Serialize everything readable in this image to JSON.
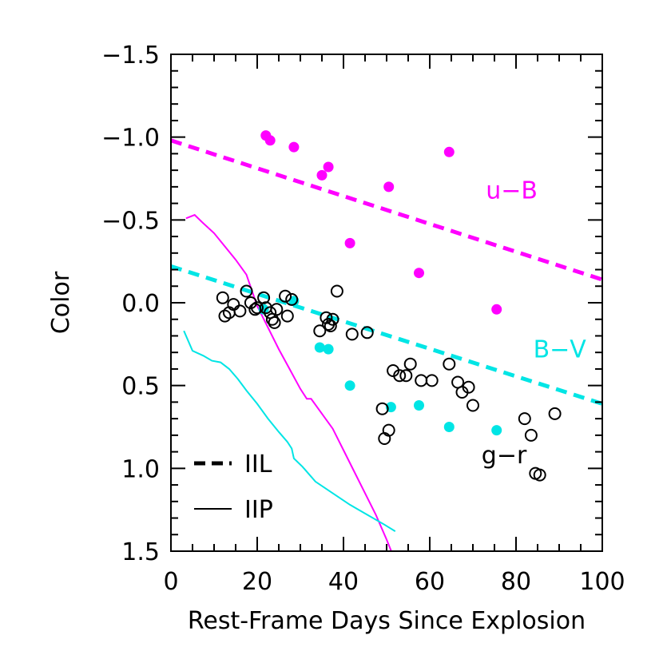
{
  "chart_data": {
    "type": "scatter",
    "xlabel": "Rest-Frame Days Since Explosion",
    "ylabel": "Color",
    "xlim": [
      0,
      100
    ],
    "ylim": [
      1.5,
      -1.5
    ],
    "x_ticks": [
      0,
      20,
      40,
      60,
      80,
      100
    ],
    "x_tick_labels": [
      "0",
      "20",
      "40",
      "60",
      "80",
      "100"
    ],
    "y_ticks": [
      -1.5,
      -1.0,
      -0.5,
      0.0,
      0.5,
      1.0,
      1.5
    ],
    "y_tick_labels": [
      "−1.5",
      "−1.0",
      "−0.5",
      "0.0",
      "0.5",
      "1.0",
      "1.5"
    ],
    "annotations": [
      {
        "text": "u−B",
        "color": "#ff00ff",
        "x": 73,
        "y": -0.63
      },
      {
        "text": "B−V",
        "color": "#00e5e5",
        "x": 84,
        "y": 0.33
      },
      {
        "text": "g−r",
        "color": "#000000",
        "x": 72,
        "y": 0.97
      }
    ],
    "legend": {
      "placement": "bottom-left",
      "items": [
        {
          "label": "IIL",
          "style": "dashed"
        },
        {
          "label": "IIP",
          "style": "solid"
        }
      ]
    },
    "series": [
      {
        "kind": "points",
        "marker": "filled-circle",
        "color": "#ff00ff",
        "points": [
          [
            22,
            -1.01
          ],
          [
            23,
            -0.98
          ],
          [
            28.5,
            -0.94
          ],
          [
            35,
            -0.77
          ],
          [
            36.5,
            -0.82
          ],
          [
            41.5,
            -0.36
          ],
          [
            50.5,
            -0.7
          ],
          [
            57.5,
            -0.18
          ],
          [
            64.5,
            -0.91
          ],
          [
            75.5,
            0.04
          ]
        ]
      },
      {
        "kind": "points",
        "marker": "filled-circle",
        "color": "#00e5e5",
        "points": [
          [
            21.5,
            0.04
          ],
          [
            28.5,
            -0.01
          ],
          [
            34.5,
            0.27
          ],
          [
            36.5,
            0.28
          ],
          [
            41.5,
            0.5
          ],
          [
            51,
            0.63
          ],
          [
            57.5,
            0.62
          ],
          [
            64.5,
            0.75
          ],
          [
            75.5,
            0.77
          ]
        ]
      },
      {
        "kind": "points",
        "marker": "open-circle",
        "color": "#000000",
        "points": [
          [
            12,
            -0.03
          ],
          [
            12.5,
            0.08
          ],
          [
            13.5,
            0.06
          ],
          [
            14.5,
            0.01
          ],
          [
            16,
            0.05
          ],
          [
            17.5,
            -0.07
          ],
          [
            18.5,
            0.0
          ],
          [
            19.5,
            0.04
          ],
          [
            20,
            0.03
          ],
          [
            21.5,
            -0.03
          ],
          [
            22,
            0.03
          ],
          [
            23,
            0.06
          ],
          [
            23.5,
            0.1
          ],
          [
            24.5,
            0.04
          ],
          [
            24,
            0.12
          ],
          [
            26.5,
            -0.04
          ],
          [
            27,
            0.08
          ],
          [
            28,
            -0.02
          ],
          [
            34.5,
            0.17
          ],
          [
            36,
            0.09
          ],
          [
            36.5,
            0.13
          ],
          [
            37,
            0.14
          ],
          [
            37.5,
            0.1
          ],
          [
            38.5,
            -0.07
          ],
          [
            42,
            0.19
          ],
          [
            45.5,
            0.18
          ],
          [
            49,
            0.64
          ],
          [
            49.5,
            0.82
          ],
          [
            50.5,
            0.77
          ],
          [
            51.5,
            0.41
          ],
          [
            53,
            0.44
          ],
          [
            54.5,
            0.44
          ],
          [
            55.5,
            0.37
          ],
          [
            58,
            0.47
          ],
          [
            60.5,
            0.47
          ],
          [
            64.5,
            0.37
          ],
          [
            66.5,
            0.48
          ],
          [
            67.5,
            0.54
          ],
          [
            69,
            0.51
          ],
          [
            70,
            0.62
          ],
          [
            82,
            0.7
          ],
          [
            83.5,
            0.8
          ],
          [
            84.5,
            1.03
          ],
          [
            85.5,
            1.04
          ],
          [
            89,
            0.67
          ]
        ]
      },
      {
        "kind": "line",
        "style": "dashed",
        "color": "#ff00ff",
        "points": [
          [
            0,
            -0.98
          ],
          [
            100,
            -0.14
          ]
        ]
      },
      {
        "kind": "line",
        "style": "dashed",
        "color": "#00e5e5",
        "points": [
          [
            0,
            -0.22
          ],
          [
            100,
            0.61
          ]
        ]
      },
      {
        "kind": "line",
        "style": "solid",
        "color": "#ff00ff",
        "points": [
          [
            3.5,
            -0.51
          ],
          [
            5.5,
            -0.53
          ],
          [
            7.5,
            -0.48
          ],
          [
            10,
            -0.42
          ],
          [
            12.5,
            -0.34
          ],
          [
            15,
            -0.26
          ],
          [
            17.5,
            -0.17
          ],
          [
            20,
            0.02
          ],
          [
            22.5,
            0.15
          ],
          [
            25,
            0.28
          ],
          [
            27.5,
            0.4
          ],
          [
            30,
            0.52
          ],
          [
            31.5,
            0.58
          ],
          [
            32.5,
            0.58
          ],
          [
            35,
            0.67
          ],
          [
            37.5,
            0.76
          ],
          [
            40,
            0.89
          ],
          [
            42.5,
            1.02
          ],
          [
            45,
            1.15
          ],
          [
            47.5,
            1.28
          ],
          [
            50,
            1.43
          ],
          [
            52,
            1.56
          ]
        ]
      },
      {
        "kind": "line",
        "style": "solid",
        "color": "#00e5e5",
        "points": [
          [
            3,
            0.17
          ],
          [
            5,
            0.29
          ],
          [
            7.5,
            0.32
          ],
          [
            9.5,
            0.35
          ],
          [
            11.5,
            0.36
          ],
          [
            13.5,
            0.4
          ],
          [
            15.5,
            0.46
          ],
          [
            17.5,
            0.53
          ],
          [
            20,
            0.61
          ],
          [
            22.5,
            0.7
          ],
          [
            25,
            0.78
          ],
          [
            27,
            0.84
          ],
          [
            28,
            0.88
          ],
          [
            28.5,
            0.94
          ],
          [
            30.5,
            0.99
          ],
          [
            33.5,
            1.08
          ],
          [
            37.5,
            1.15
          ],
          [
            41.5,
            1.22
          ],
          [
            45.5,
            1.28
          ],
          [
            49.5,
            1.34
          ],
          [
            52,
            1.38
          ]
        ]
      }
    ]
  }
}
